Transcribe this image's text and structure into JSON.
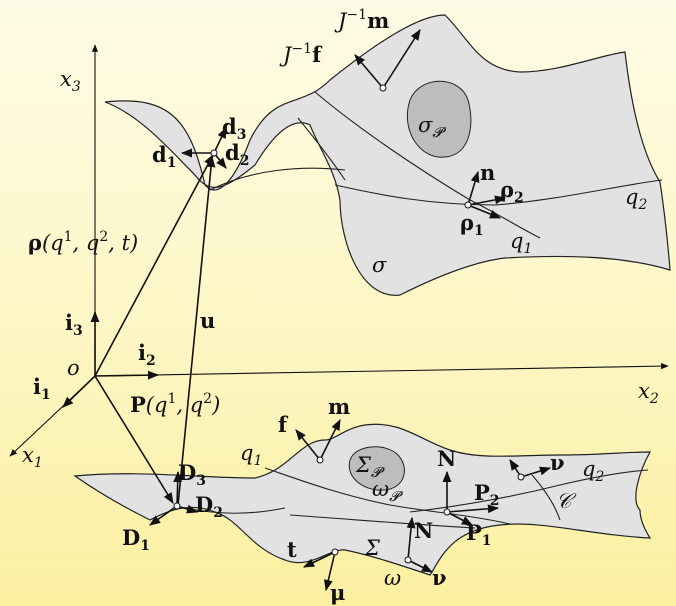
{
  "axes": {
    "x1": "x",
    "x1_sub": "1",
    "x2": "x",
    "x2_sub": "2",
    "x3": "x",
    "x3_sub": "3",
    "origin": "o"
  },
  "basis": {
    "i1": "i",
    "i1_sub": "1",
    "i2": "i",
    "i2_sub": "2",
    "i3": "i",
    "i3_sub": "3"
  },
  "current": {
    "surface": "σ",
    "patch": "σ",
    "patch_sub": "𝓟",
    "rho_label_bold": "ρ",
    "rho_label_args": "(q",
    "rho_sup1": "1",
    "rho_mid": ", q",
    "rho_sup2": "2",
    "rho_end": ", t)",
    "d1": "d",
    "d1_sub": "1",
    "d2": "d",
    "d2_sub": "2",
    "d3": "d",
    "d3_sub": "3",
    "n": "n",
    "rho1": "ρ",
    "rho1_sub": "1",
    "rho2": "ρ",
    "rho2_sub": "2",
    "q1": "q",
    "q1_sub": "1",
    "q2": "q",
    "q2_sub": "2",
    "Jf_pre": "J",
    "Jf_sup": "−1",
    "Jf_vec": "f",
    "Jm_pre": "J",
    "Jm_sup": "−1",
    "Jm_vec": "m"
  },
  "reference": {
    "surface": "Σ",
    "patch": "Σ",
    "patch_sub": "𝓟",
    "omega_p": "ω",
    "omega_p_sub": "𝓟",
    "omega": "ω",
    "P_label_bold": "P",
    "P_label_args": "(q",
    "P_sup1": "1",
    "P_mid": ", q",
    "P_sup2": "2",
    "P_end": ")",
    "D1": "D",
    "D1_sub": "1",
    "D2": "D",
    "D2_sub": "2",
    "D3": "D",
    "D3_sub": "3",
    "N_top": "N",
    "N_bottom": "N",
    "P1": "P",
    "P1_sub": "1",
    "P2": "P",
    "P2_sub": "2",
    "q1": "q",
    "q1_sub": "1",
    "q2": "q",
    "q2_sub": "2",
    "f": "f",
    "m": "m",
    "t": "t",
    "mu": "μ",
    "nu_edge": "ν",
    "nu_boundary": "ν",
    "C": "𝒞"
  },
  "u": "u"
}
